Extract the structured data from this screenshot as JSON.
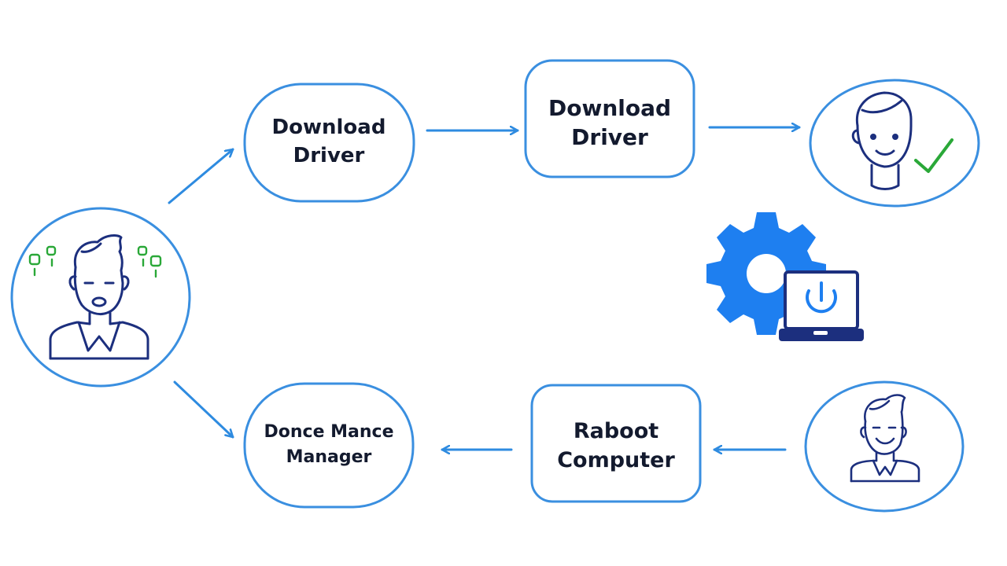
{
  "colors": {
    "node_border": "#3a8fe0",
    "arrow": "#2e8be0",
    "icon_navy": "#1c2f7e",
    "icon_blue": "#1e7ff0",
    "check_green": "#2aa838",
    "text": "#131a2e"
  },
  "nodes": {
    "download_driver_1": {
      "line1": "Download",
      "line2": "Driver"
    },
    "download_driver_2": {
      "line1": "Download",
      "line2": "Driver"
    },
    "device_manager": {
      "line1": "Donce Mance",
      "line2": "Manager"
    },
    "reboot_computer": {
      "line1": "Raboot",
      "line2": "Computer"
    }
  },
  "icons": {
    "confused_user": "confused-person-icon",
    "happy_user": "happy-person-check-icon",
    "smiling_user": "smiling-person-icon",
    "settings_power": "gear-laptop-power-icon"
  }
}
